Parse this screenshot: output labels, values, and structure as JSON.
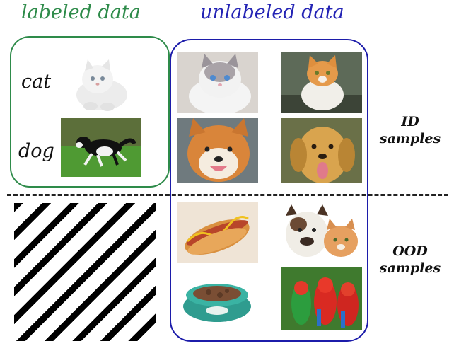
{
  "headings": {
    "labeled": "labeled data",
    "unlabeled": "unlabeled data"
  },
  "labels": {
    "cat": "cat",
    "dog": "dog"
  },
  "side_labels": {
    "id_line1": "ID",
    "id_line2": "samples",
    "ood_line1": "OOD",
    "ood_line2": "samples"
  },
  "colors": {
    "labeled_border": "#2e8b4a",
    "unlabeled_border": "#1c1caa",
    "divider": "#222222"
  },
  "images": {
    "labeled": [
      "white-persian-cat-photo",
      "border-collie-running-photo"
    ],
    "unlabeled_id": [
      "ragdoll-cat-photo",
      "orange-tabby-cat-photo",
      "shiba-inu-dog-photo",
      "golden-retriever-photo"
    ],
    "unlabeled_ood": [
      "hot-dog-photo",
      "bulldog-and-cat-photo",
      "cat-food-bowl-photo",
      "macaw-parrots-photo"
    ]
  }
}
